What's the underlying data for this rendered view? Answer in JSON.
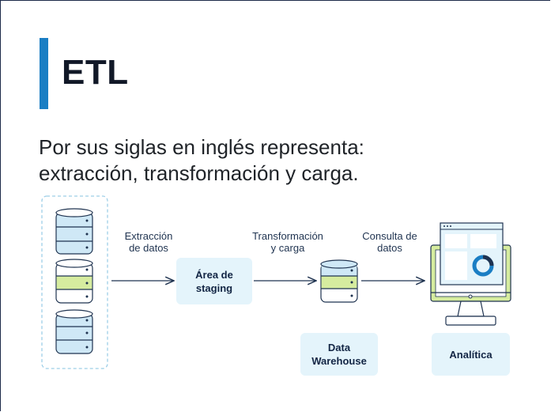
{
  "title": "ETL",
  "subtitle": {
    "line1": "Por sus siglas en inglés representa:",
    "line2": "extracción, transformación y carga."
  },
  "diagram": {
    "step1_label_line1": "Extracción",
    "step1_label_line2": "de datos",
    "staging_box_line1": "Área de",
    "staging_box_line2": "staging",
    "step2_label_line1": "Transformación",
    "step2_label_line2": "y carga",
    "step3_label_line1": "Consulta de",
    "step3_label_line2": "datos",
    "warehouse_box_line1": "Data",
    "warehouse_box_line2": "Warehouse",
    "analytics_box": "Analítica"
  },
  "colors": {
    "accent": "#1a7ec4",
    "db_blue": "#cfe8f6",
    "db_green": "#d6ec9f",
    "outline": "#1f3350",
    "box_bg": "#e4f4fb"
  },
  "icons": [
    "database-icon",
    "monitor-dashboard-icon",
    "donut-chart-icon",
    "arrow-right-icon"
  ]
}
